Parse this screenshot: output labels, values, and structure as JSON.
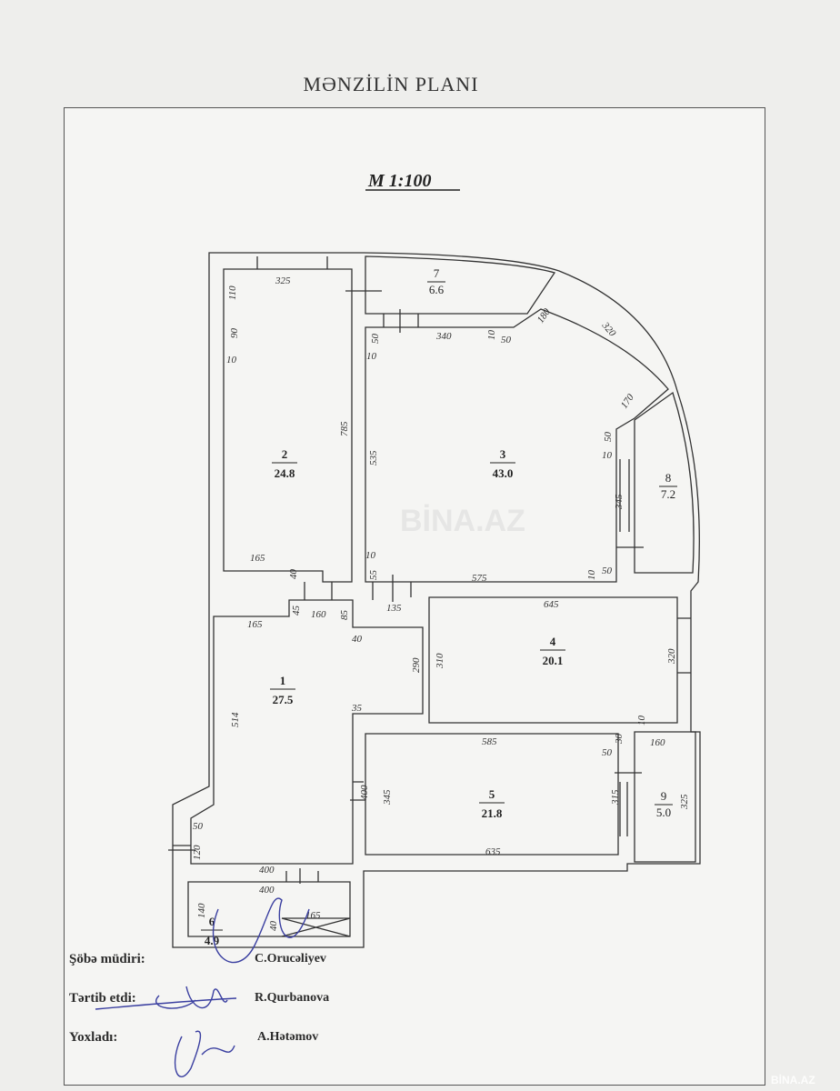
{
  "header": {
    "title": "MƏNZİLİN PLANI",
    "scale": "M 1:100"
  },
  "rooms": [
    {
      "number": "1",
      "area": "27.5"
    },
    {
      "number": "2",
      "area": "24.8"
    },
    {
      "number": "3",
      "area": "43.0"
    },
    {
      "number": "4",
      "area": "20.1"
    },
    {
      "number": "5",
      "area": "21.8"
    },
    {
      "number": "6",
      "area": "4.9"
    },
    {
      "number": "7",
      "area": "6.6"
    },
    {
      "number": "8",
      "area": "7.2"
    },
    {
      "number": "9",
      "area": "5.0"
    }
  ],
  "dims": [
    "325",
    "110",
    "90",
    "10",
    "785",
    "165",
    "40",
    "50",
    "340",
    "10",
    "50",
    "180",
    "320",
    "10",
    "535",
    "170",
    "50",
    "10",
    "345",
    "10",
    "55",
    "575",
    "10",
    "50",
    "645",
    "45",
    "160",
    "85",
    "135",
    "165",
    "40",
    "290",
    "310",
    "320",
    "10",
    "514",
    "35",
    "585",
    "30",
    "50",
    "160",
    "400",
    "345",
    "315",
    "325",
    "50",
    "120",
    "635",
    "400",
    "400",
    "140",
    "165",
    "40"
  ],
  "signatures": [
    {
      "role": "Şöbə müdiri:",
      "name": "C.Orucəliyev"
    },
    {
      "role": "Tərtib etdi:",
      "name": "R.Qurbanova"
    },
    {
      "role": "Yoxladı:",
      "name": "A.Hətəmov"
    }
  ],
  "watermark": "BİNA.AZ"
}
